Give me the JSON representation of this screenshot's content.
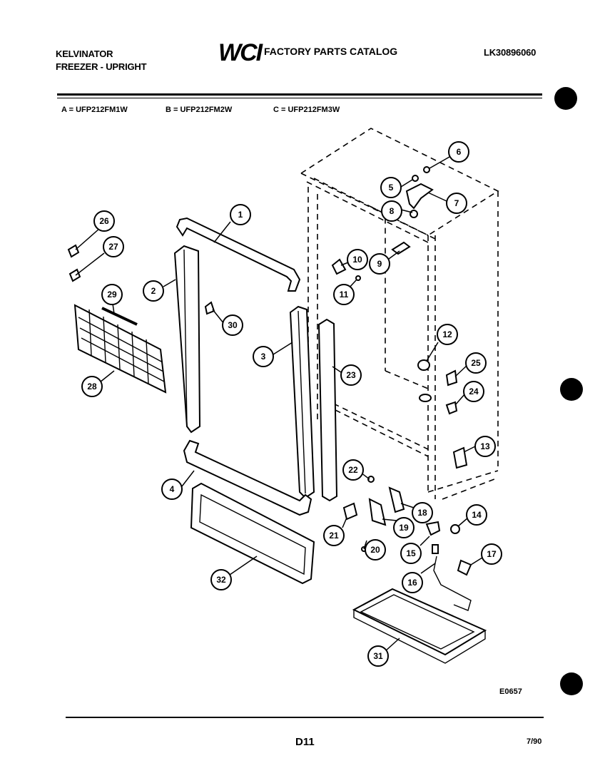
{
  "header": {
    "brand": "KELVINATOR",
    "product": "FREEZER - UPRIGHT",
    "logo": "WCI",
    "catalog_title": "FACTORY PARTS CATALOG",
    "catalog_code": "LK30896060"
  },
  "models": {
    "a": "A = UFP212FM1W",
    "b": "B = UFP212FM2W",
    "c": "C = UFP212FM3W"
  },
  "callouts": [
    "1",
    "2",
    "3",
    "4",
    "5",
    "6",
    "7",
    "8",
    "9",
    "10",
    "11",
    "12",
    "13",
    "14",
    "15",
    "16",
    "17",
    "18",
    "19",
    "20",
    "21",
    "22",
    "23",
    "24",
    "25",
    "26",
    "27",
    "28",
    "29",
    "30",
    "31",
    "32"
  ],
  "footer": {
    "figure_code": "E0657",
    "page": "D11",
    "date": "7/90"
  }
}
